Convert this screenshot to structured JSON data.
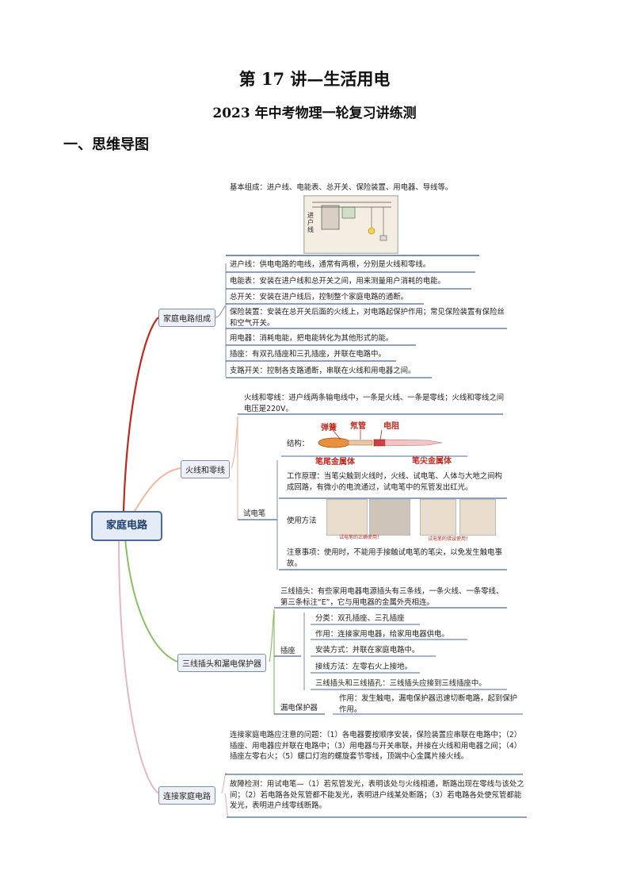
{
  "header": {
    "title": "第 17 讲—生活用电",
    "subtitle": "2023 年中考物理一轮复习讲练测",
    "section": "一、思维导图"
  },
  "root": "家庭电路",
  "b1": {
    "label": "家庭电路组成",
    "intro": "基本组成：进户线、电能表、总开关、保险装置、用电器、导线等。",
    "diagram_label": "进户线",
    "items": [
      "进户线：供电电路的电线，通常有两根，分别是火线和零线。",
      "电能表：安装在进户线和总开关之间，用来测量用户消耗的电能。",
      "总开关：安装在进户线后，控制整个家庭电路的通断。",
      "保险装置：安装在总开关后面的火线上，对电路起保护作用；常见保险装置有保险丝和空气开关。",
      "用电器：消耗电能，把电能转化为其他形式的能。",
      "插座：有双孔插座和三孔插座，并联在电路中。",
      "支路开关：控制各支路通断，串联在火线和用电器之间。"
    ]
  },
  "b2": {
    "label": "火线和零线",
    "intro": "火线和零线：进户线两条输电线中，一条是火线、一条是零线；火线和零线之间电压是220V。",
    "sub": "试电笔",
    "structure_label": "结构：",
    "parts": [
      "弹簧",
      "氖管",
      "电阻",
      "笔尾金属体",
      "笔尖金属体"
    ],
    "principle": "工作原理：当笔尖触到火线时，火线、试电笔、人体与大地之间构成回路，有微小的电流通过，试电笔中的氖管发出红光。",
    "usage_label": "使用方法",
    "captions": [
      "试电笔的正确使用！",
      "试电笔的错误使用！"
    ],
    "note": "注意事项：使用时，不能用手接触试电笔的笔尖，以免发生触电事故。"
  },
  "b3": {
    "label": "三线插头和漏电保护器",
    "intro": "三线插头：有些家用电器电源插头有三条线，一条火线、一条零线、第三条标注“E”，它与用电器的金属外壳相连。",
    "socket_label": "插座",
    "socket_items": [
      "分类：双孔插座、三孔插座",
      "作用：连接家用电器，给家用电器供电。",
      "安装方式：并联在家庭电路中。",
      "接线方法：左零右火上接地。",
      "三线插头和三线插孔：三线插头应接到三线插座中。"
    ],
    "breaker_label": "漏电保护器",
    "breaker_text": "作用：发生触电，漏电保护器迅速切断电路，起到保护作用。"
  },
  "b4": {
    "label": "连接家庭电路",
    "notes": "连接家庭电路应注意的问题：（1）各电器要按顺序安装，保险装置应串联在电路中；（2）插座、用电器应并联在电路中；（3）用电器与开关串联，并接在火线和用电器之间；（4）插座左零右火；（5）螺口灯泡的螺旋套节零线，顶端中心金属片接火线。",
    "fault": "故障检测：用试电笔—（1）若氖管发光，表明该处与火线相通，断路出现在零线与该处之间；（2）若电路各处氖管都不能发光，表明进户线某处断路；（3）若电路各处使氖管都能发光，表明进户线零线断路。"
  }
}
